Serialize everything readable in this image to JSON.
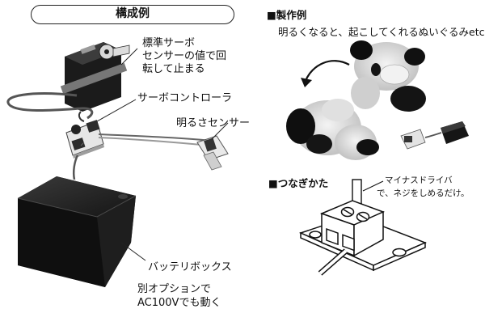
{
  "left_panel": {
    "title": "構成例",
    "labels": {
      "servo": "標準サーボ",
      "servo_desc_1": "センサーの値で回",
      "servo_desc_2": "転して止まる",
      "controller": "サーボコントローラ",
      "sensor": "明るさセンサー",
      "battery": "バッテリボックス",
      "ac_1": "別オプションで",
      "ac_2": "AC100Vでも動く"
    }
  },
  "right_panel": {
    "example_header": "■製作例",
    "example_desc": "明るくなると、起こしてくれるぬいぐるみetc...",
    "connect_header": "■つなぎかた",
    "screwdriver_note_1": "マイナスドライバ",
    "screwdriver_note_2": "で、ネジをしめるだけ。"
  }
}
